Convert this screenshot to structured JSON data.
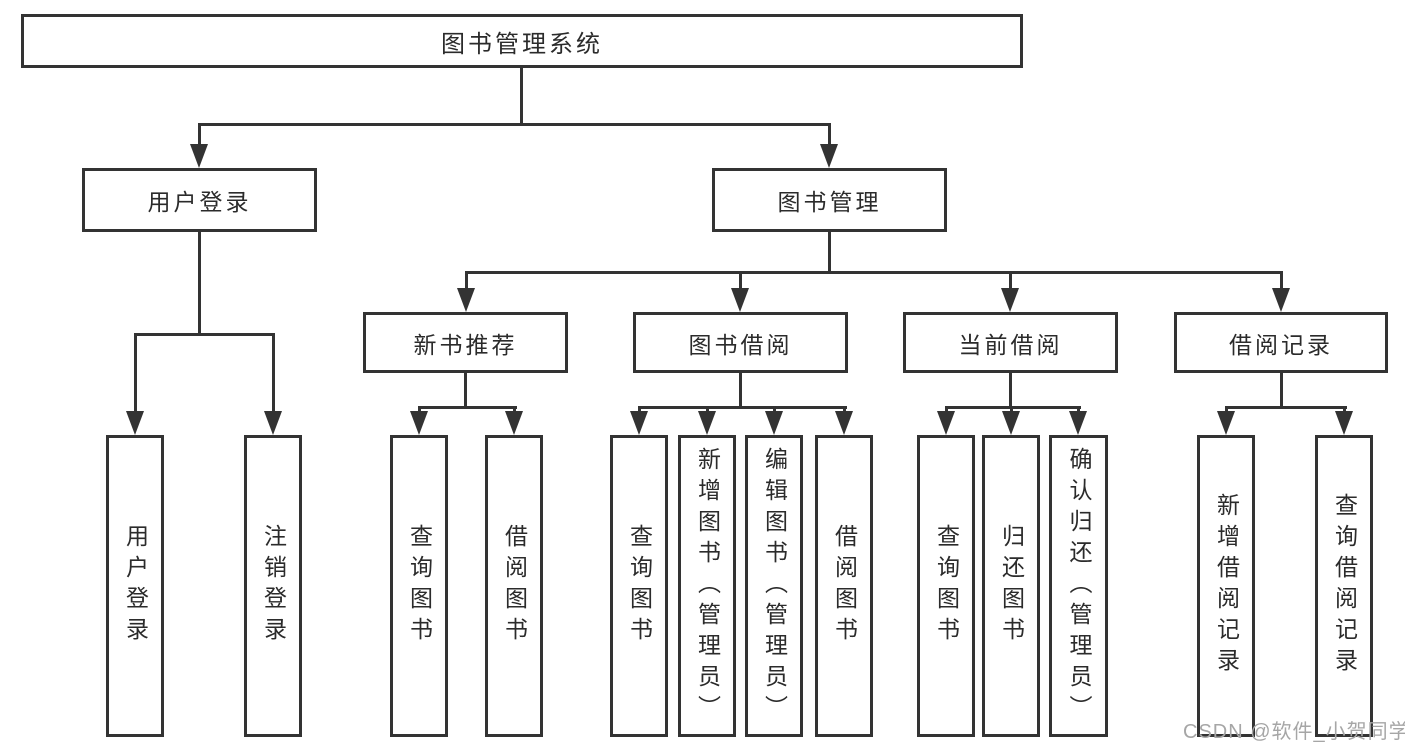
{
  "diagram": {
    "root": {
      "label": "图书管理系统"
    },
    "level2": [
      {
        "label": "用户登录"
      },
      {
        "label": "图书管理"
      }
    ],
    "level3": [
      {
        "label": "新书推荐"
      },
      {
        "label": "图书借阅"
      },
      {
        "label": "当前借阅"
      },
      {
        "label": "借阅记录"
      }
    ],
    "leaves": {
      "user_login": [
        {
          "label": "用户登录"
        },
        {
          "label": "注销登录"
        }
      ],
      "new_book_recommend": [
        {
          "label": "查询图书"
        },
        {
          "label": "借阅图书"
        }
      ],
      "book_borrow": [
        {
          "label": "查询图书"
        },
        {
          "label": "新增图书（管理员）"
        },
        {
          "label": "编辑图书（管理员）"
        },
        {
          "label": "借阅图书"
        }
      ],
      "current_borrow": [
        {
          "label": "查询图书"
        },
        {
          "label": "归还图书"
        },
        {
          "label": "确认归还（管理员）"
        }
      ],
      "borrow_record": [
        {
          "label": "新增借阅记录"
        },
        {
          "label": "查询借阅记录"
        }
      ]
    }
  },
  "watermark": {
    "text": "CSDN @软件_小贺同学"
  },
  "colors": {
    "line": "#333333",
    "text": "#2b2b2b",
    "background": "#ffffff",
    "watermark": "#a6a6a6"
  }
}
